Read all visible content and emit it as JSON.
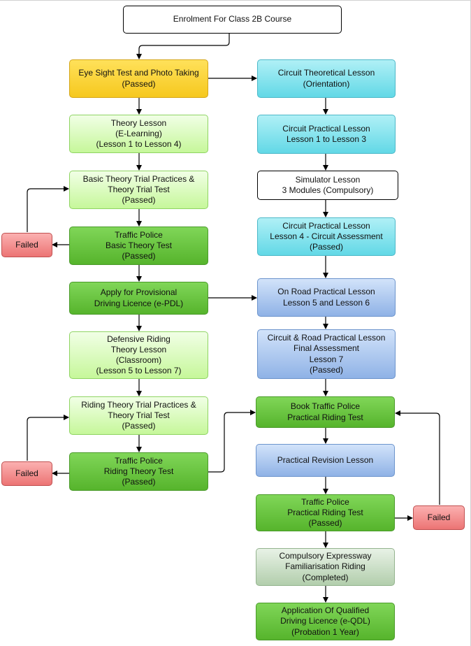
{
  "nodes": {
    "enrolment": "Enrolment For Class 2B Course",
    "eye_sight": "Eye Sight Test and Photo Taking\n(Passed)",
    "theory_lesson": "Theory Lesson\n(E-Learning)\n(Lesson 1 to Lesson 4)",
    "basic_trial": "Basic Theory Trial Practices &\nTheory Trial Test\n(Passed)",
    "basic_theory_test": "Traffic Police\nBasic Theory Test\n(Passed)",
    "failed_1": "Failed",
    "apply_pdl": "Apply for Provisional\nDriving Licence (e-PDL)",
    "defensive": "Defensive Riding\nTheory Lesson\n(Classroom)\n(Lesson 5 to Lesson 7)",
    "riding_trial": "Riding Theory Trial Practices &\nTheory Trial Test\n(Passed)",
    "riding_theory_test": "Traffic Police\nRiding Theory Test\n(Passed)",
    "failed_2": "Failed",
    "circuit_theoretical": "Circuit Theoretical Lesson\n(Orientation)",
    "circuit_practical_1_3": "Circuit Practical Lesson\nLesson 1 to Lesson 3",
    "simulator": "Simulator Lesson\n3 Modules (Compulsory)",
    "circuit_practical_4": "Circuit Practical Lesson\nLesson 4 - Circuit Assessment\n(Passed)",
    "on_road": "On Road Practical Lesson\nLesson 5 and Lesson 6",
    "final_assessment": "Circuit & Road Practical Lesson\nFinal Assessment\nLesson 7\n(Passed)",
    "book_test": "Book Traffic Police\nPractical Riding Test",
    "revision": "Practical Revision Lesson",
    "practical_test": "Traffic Police\nPractical Riding Test\n(Passed)",
    "failed_3": "Failed",
    "expressway": "Compulsory Expressway\nFamiliarisation Riding\n(Completed)",
    "qdl": "Application Of Qualified\nDriving Licence (e-QDL)\n(Probation 1 Year)"
  }
}
